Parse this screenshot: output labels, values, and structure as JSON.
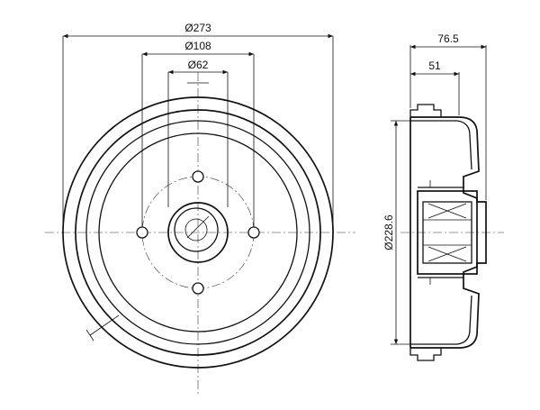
{
  "diagram": {
    "colors": {
      "line": "#111111",
      "background": "#ffffff"
    },
    "front_view": {
      "dims": {
        "outer_diameter": "Ø273",
        "bolt_circle": "Ø108",
        "hub_diameter": "Ø62"
      }
    },
    "side_view": {
      "dims": {
        "total_width": "76.5",
        "offset": "51",
        "drum_diameter": "Ø228.6"
      }
    }
  }
}
